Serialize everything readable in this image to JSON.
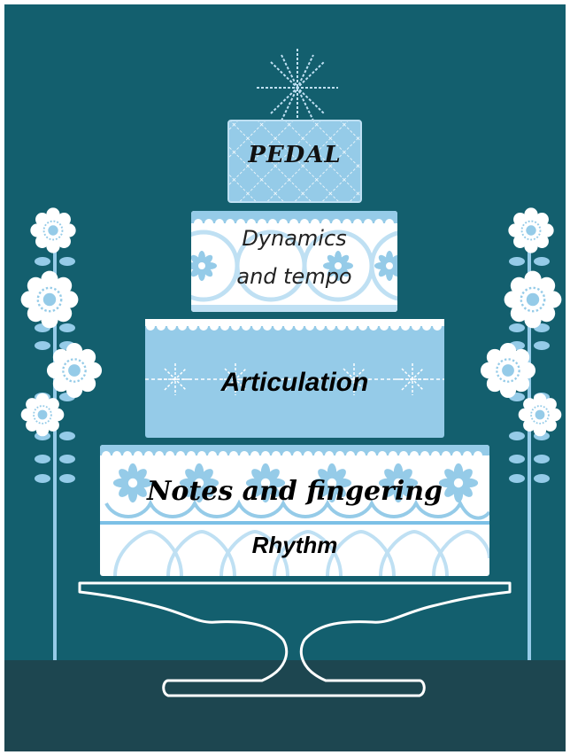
{
  "diagram": {
    "tiers": {
      "top": "PEDAL",
      "second_line1": "Dynamics",
      "second_line2": "and tempo",
      "third": "Articulation",
      "bottom_upper": "Notes and fingering",
      "bottom_lower": "Rhythm"
    },
    "colors": {
      "background": "#135f6e",
      "floor": "#1d4650",
      "light_blue": "#95cbe8",
      "pale_blue": "#bfe0f3",
      "cake_white": "#ffffff"
    },
    "icons": [
      "sparkle-icon",
      "flower-icon",
      "cake-stand-icon"
    ]
  }
}
